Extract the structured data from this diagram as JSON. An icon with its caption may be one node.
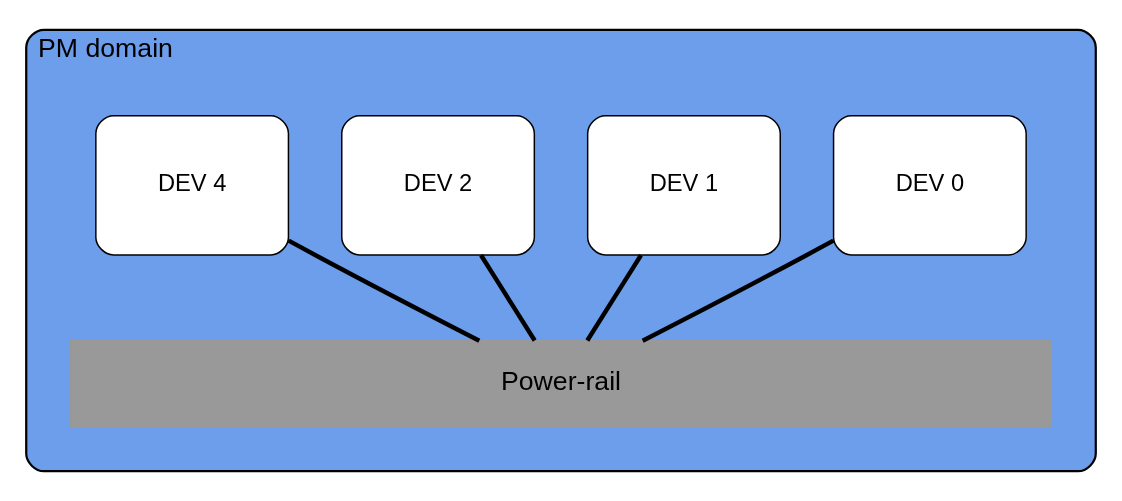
{
  "diagram": {
    "nodes": [
      {
        "text": [
          "PM domain"
        ]
      },
      {
        "text": [
          "DEV 0"
        ],
        "in": 0
      },
      {
        "text": [
          "DEV 1"
        ],
        "in": 0
      },
      {
        "text": [
          "DEV 2"
        ],
        "in": 0
      },
      {
        "text": [
          "DEV 4"
        ],
        "in": 0
      },
      {
        "text": [
          "Power-rail"
        ],
        "in": 0
      }
    ],
    "edges": [
      {
        "from": 1,
        "to": 5,
        "arrow": "none"
      },
      {
        "from": 2,
        "to": 5,
        "arrow": "none"
      },
      {
        "from": 3,
        "to": 5,
        "arrow": "none"
      },
      {
        "from": 4,
        "to": 5,
        "arrow": "none"
      }
    ]
  }
}
